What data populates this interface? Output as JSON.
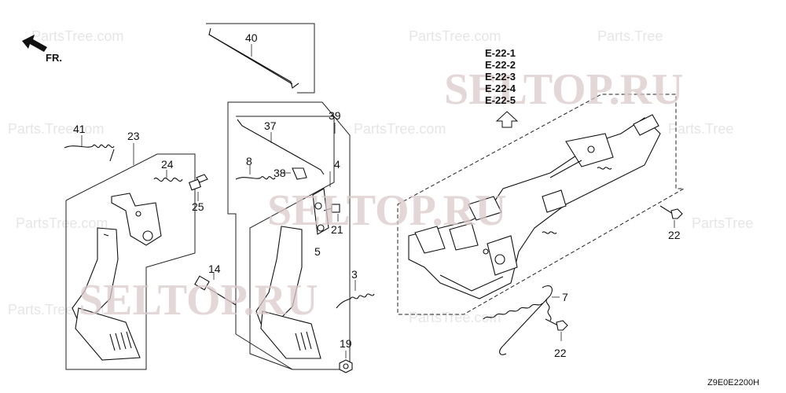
{
  "callouts": [
    "40",
    "41",
    "23",
    "24",
    "25",
    "37",
    "39",
    "8",
    "38",
    "4",
    "21",
    "5",
    "14",
    "3",
    "19",
    "7",
    "22",
    "22"
  ],
  "refs": [
    "E-22-1",
    "E-22-2",
    "E-22-3",
    "E-22-4",
    "E-22-5"
  ],
  "watermark": [
    "SELTOP.RU",
    "SELTOP.RU",
    "SELTOP.RU"
  ],
  "front_label": "FR.",
  "drawing_code": "Z9E0E2200H"
}
